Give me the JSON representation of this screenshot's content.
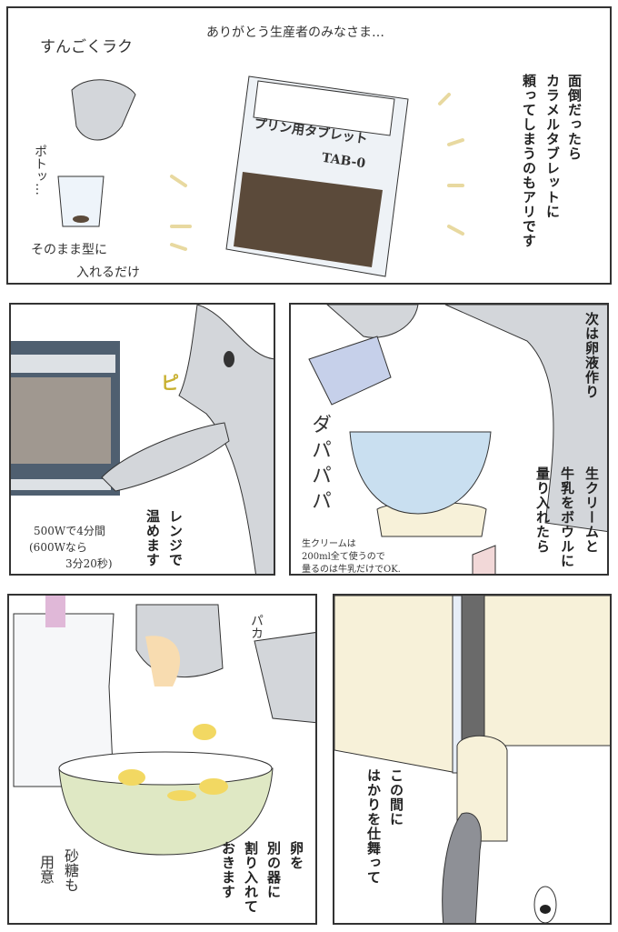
{
  "panel1": {
    "hand_top_left": "すんごくラク",
    "sfx_drop": "ポトッ…",
    "caption_bottom": [
      "そのまま型に",
      "入れるだけ"
    ],
    "thanks": "ありがとう生産者のみなさま…",
    "package_label": "プリン用タブレット",
    "package_code": "TAB-0",
    "narration": [
      "面倒だったら",
      "カラメルタブレットに",
      "頼ってしまうのもアリです"
    ]
  },
  "panel2": {
    "sfx_beep": "ピ",
    "note": [
      "500Wで4分間",
      "(600Wなら",
      "3分20秒)"
    ],
    "narration": [
      "レンジで",
      "温めます"
    ]
  },
  "panel3": {
    "narration_top": "次は卵液作り",
    "narration": [
      "生クリームと",
      "牛乳をボウルに",
      "量り入れたら"
    ],
    "sfx_pour": "ダパパパ",
    "note": [
      "生クリームは",
      "200ml全て使うので",
      "量るのは牛乳だけでOK."
    ]
  },
  "panel4": {
    "sfx_crack": "パカ",
    "narration": [
      "卵を",
      "別の器に",
      "割り入れて",
      "おきます"
    ],
    "side_note": [
      "砂糖も",
      "用意"
    ]
  },
  "panel5": {
    "narration": [
      "この間に",
      "はかりを仕舞って"
    ]
  },
  "colors": {
    "fur": "#d3d6da",
    "caramel": "#5b4a3a",
    "bowl_blue": "#c9dff0",
    "bowl_green": "#dfe8c4",
    "yolk": "#f2d862",
    "counter": "#f7f1d9",
    "microwave": "#4f5f70"
  }
}
